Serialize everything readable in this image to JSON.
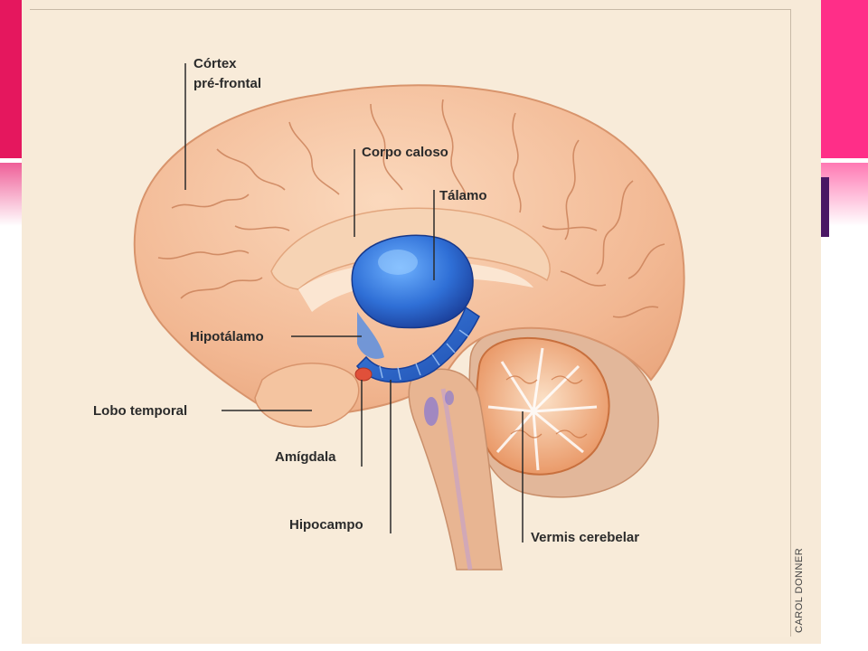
{
  "labels": {
    "cortex_line1": "Córtex",
    "cortex_line2": "pré-frontal",
    "corpo_caloso": "Corpo caloso",
    "talamo": "Tálamo",
    "hipotalamo": "Hipotálamo",
    "lobo_temporal": "Lobo temporal",
    "amigdala": "Amígdala",
    "hipocampo": "Hipocampo",
    "vermis": "Vermis cerebelar"
  },
  "credit": "CAROL DONNER",
  "colors": {
    "slide_accent_left": "#e5175e",
    "slide_accent_right": "#ff2e88",
    "accent_bar": "#4a1764",
    "panel_bg": "#f8ebd9",
    "cortex": "#f1b58f",
    "limbic_blue": "#2f6fd6",
    "cerebellum": "#f0a36e",
    "amygdala": "#e0503a"
  }
}
